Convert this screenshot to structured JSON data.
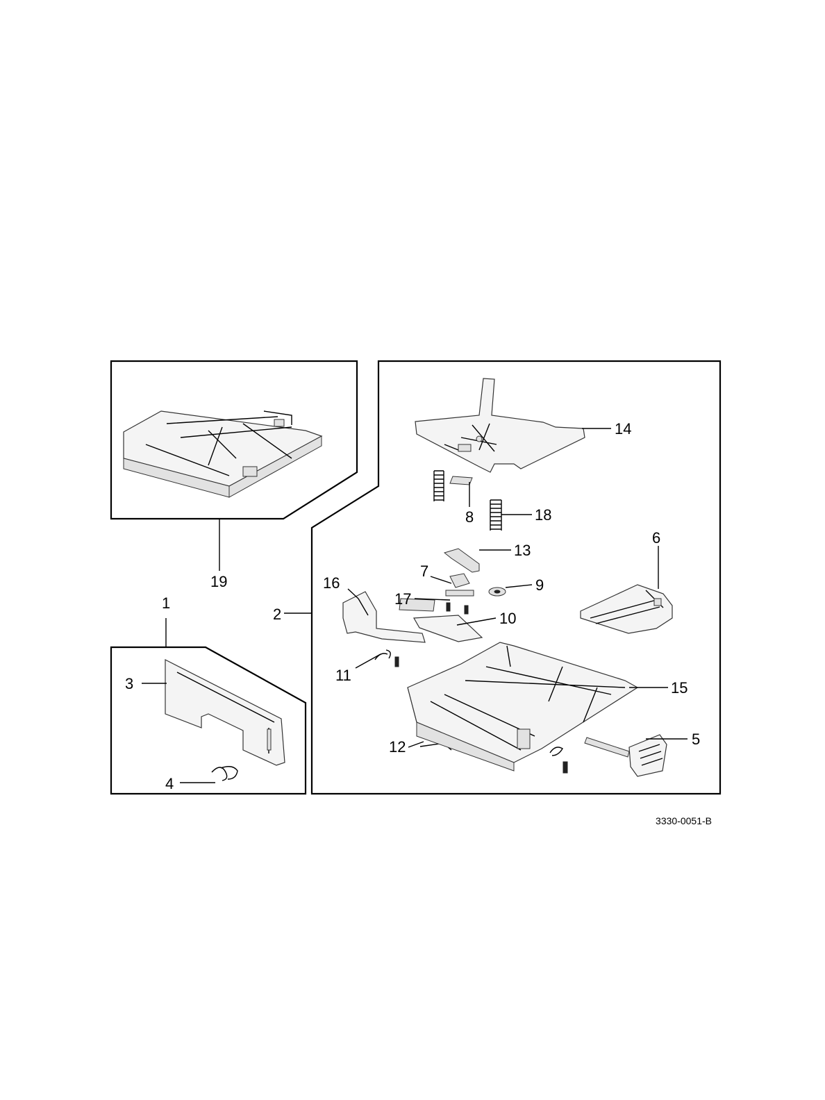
{
  "diagram": {
    "document_id": "3330-0051-B",
    "callouts": {
      "c1": "1",
      "c2": "2",
      "c3": "3",
      "c4": "4",
      "c5": "5",
      "c6": "6",
      "c7": "7",
      "c8": "8",
      "c9": "9",
      "c10": "10",
      "c11": "11",
      "c12": "12",
      "c13": "13",
      "c14": "14",
      "c15": "15",
      "c16": "16",
      "c17": "17",
      "c18": "18",
      "c19": "19"
    }
  }
}
